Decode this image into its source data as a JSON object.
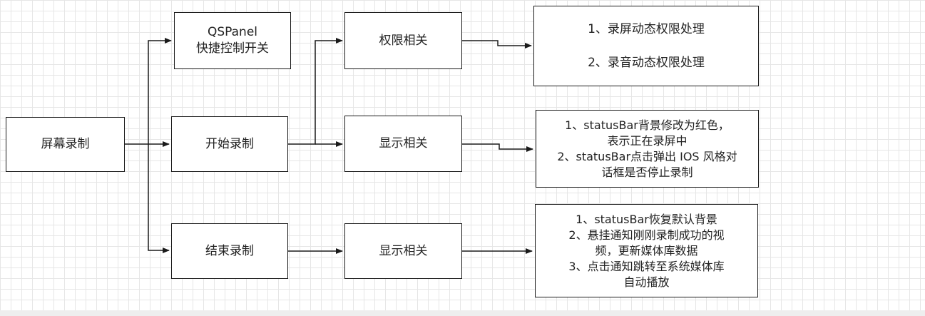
{
  "nodes": {
    "screen_record": {
      "label": "屏幕录制"
    },
    "qspanel": {
      "line1": "QSPanel",
      "line2": "快捷控制开关"
    },
    "start_record": {
      "label": "开始录制"
    },
    "end_record": {
      "label": "结束录制"
    },
    "permission": {
      "label": "权限相关"
    },
    "display_start": {
      "label": "显示相关"
    },
    "display_end": {
      "label": "显示相关"
    },
    "permission_detail": {
      "line1": "1、录屏动态权限处理",
      "line2": "2、录音动态权限处理"
    },
    "display_start_detail": {
      "line1": "1、statusBar背景修改为红色，",
      "line2": "表示正在录屏中",
      "line3": "2、statusBar点击弹出 IOS 风格对",
      "line4": "话框是否停止录制"
    },
    "display_end_detail": {
      "line1": "1、statusBar恢复默认背景",
      "line2": "2、悬挂通知刚刚录制成功的视",
      "line3": "频，更新媒体库数据",
      "line4": "3、点击通知跳转至系统媒体库",
      "line5": "自动播放"
    }
  },
  "colors": {
    "stroke": "#1a1a1a",
    "grid": "#e6e6e6",
    "background": "#ffffff"
  }
}
